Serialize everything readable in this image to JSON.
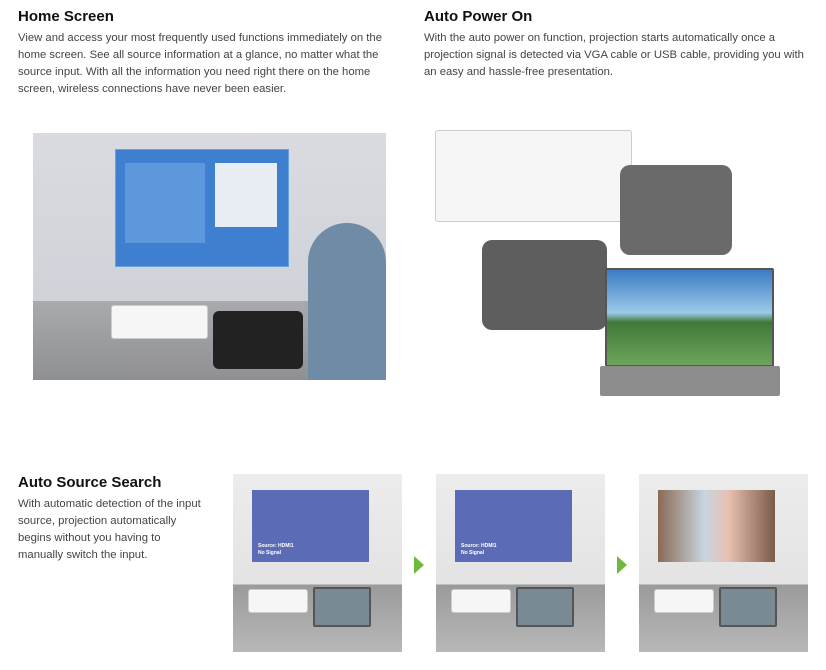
{
  "home_screen": {
    "title": "Home Screen",
    "text": "View and access your most frequently used functions immediately on the home screen. See all source information at a glance, no matter what the source input. With all the information you need right there on the home screen, wireless connections have never been easier."
  },
  "auto_power": {
    "title": "Auto Power On",
    "text": "With the auto power on function, projection starts automatically once a projection signal is detected via VGA cable or USB cable, providing you with an easy and hassle-free presentation."
  },
  "auto_source": {
    "title": "Auto Source Search",
    "text": "With automatic detection of the input source, projection automatically begins without you having to manually switch the input.",
    "screen_source": "Source: HDMI1",
    "screen_status": "No Signal"
  },
  "colors": {
    "accent": "#6cbb3c",
    "screen": "#5b6bb5"
  }
}
